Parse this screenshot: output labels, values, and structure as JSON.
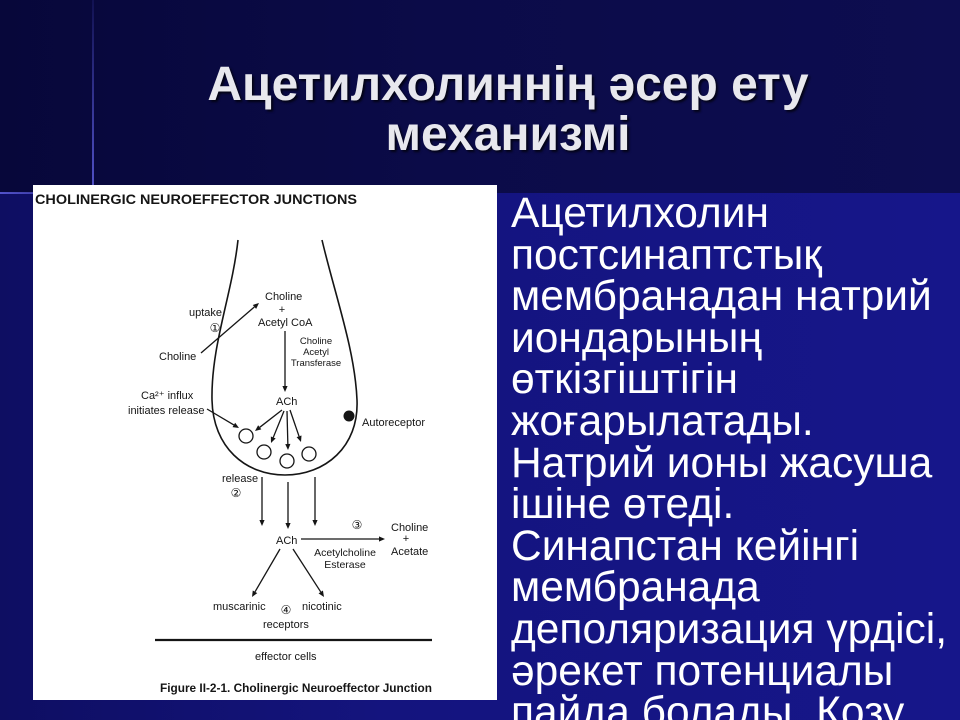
{
  "slide": {
    "title_lines": [
      "Ацетилхолиннің әсер ету",
      "механизмі"
    ],
    "body_lines": [
      "Ацетилхолин",
      "постсинаптстық",
      "мембранадан натрий",
      "иондарының",
      "өткізгіштігін",
      "жоғарылатады.",
      "Натрий ионы жасуша",
      "ішіне өтеді.",
      "Синапстан кейінгі",
      "мембранада",
      "деполяризация үрдісі,",
      "әрекет потенциалы",
      "пайда болады. Қозу"
    ]
  },
  "figure": {
    "header": "CHOLINERGIC NEUROEFFECTOR JUNCTIONS",
    "caption": "Figure II-2-1. Cholinergic Neuroeffector Junction",
    "labels": {
      "choline_top": "Choline",
      "plus_top": "+",
      "acetyl_coa": "Acetyl CoA",
      "uptake": "uptake",
      "step1": "①",
      "choline_in": "Choline",
      "transferase": [
        "Choline",
        "Acetyl",
        "Transferase"
      ],
      "ach_inside": "ACh",
      "ca_influx": "Ca²⁺ influx",
      "initiates_release": "initiates release",
      "autoreceptor": "Autoreceptor",
      "release": "release",
      "step2": "②",
      "ach_cleft": "ACh",
      "step3": "③",
      "products": [
        "Choline",
        "+",
        "Acetate"
      ],
      "esterase": [
        "Acetylcholine",
        "Esterase"
      ],
      "muscarinic": "muscarinic",
      "step4": "④",
      "nicotinic": "nicotinic",
      "receptors": "receptors",
      "effector_cells": "effector cells"
    }
  },
  "colors": {
    "background_top": "#0b0b48",
    "background_main": "#14147e",
    "title_text": "#e8e8ee",
    "body_text": "#ffffff",
    "figure_background": "#ffffff",
    "figure_ink": "#151515"
  }
}
